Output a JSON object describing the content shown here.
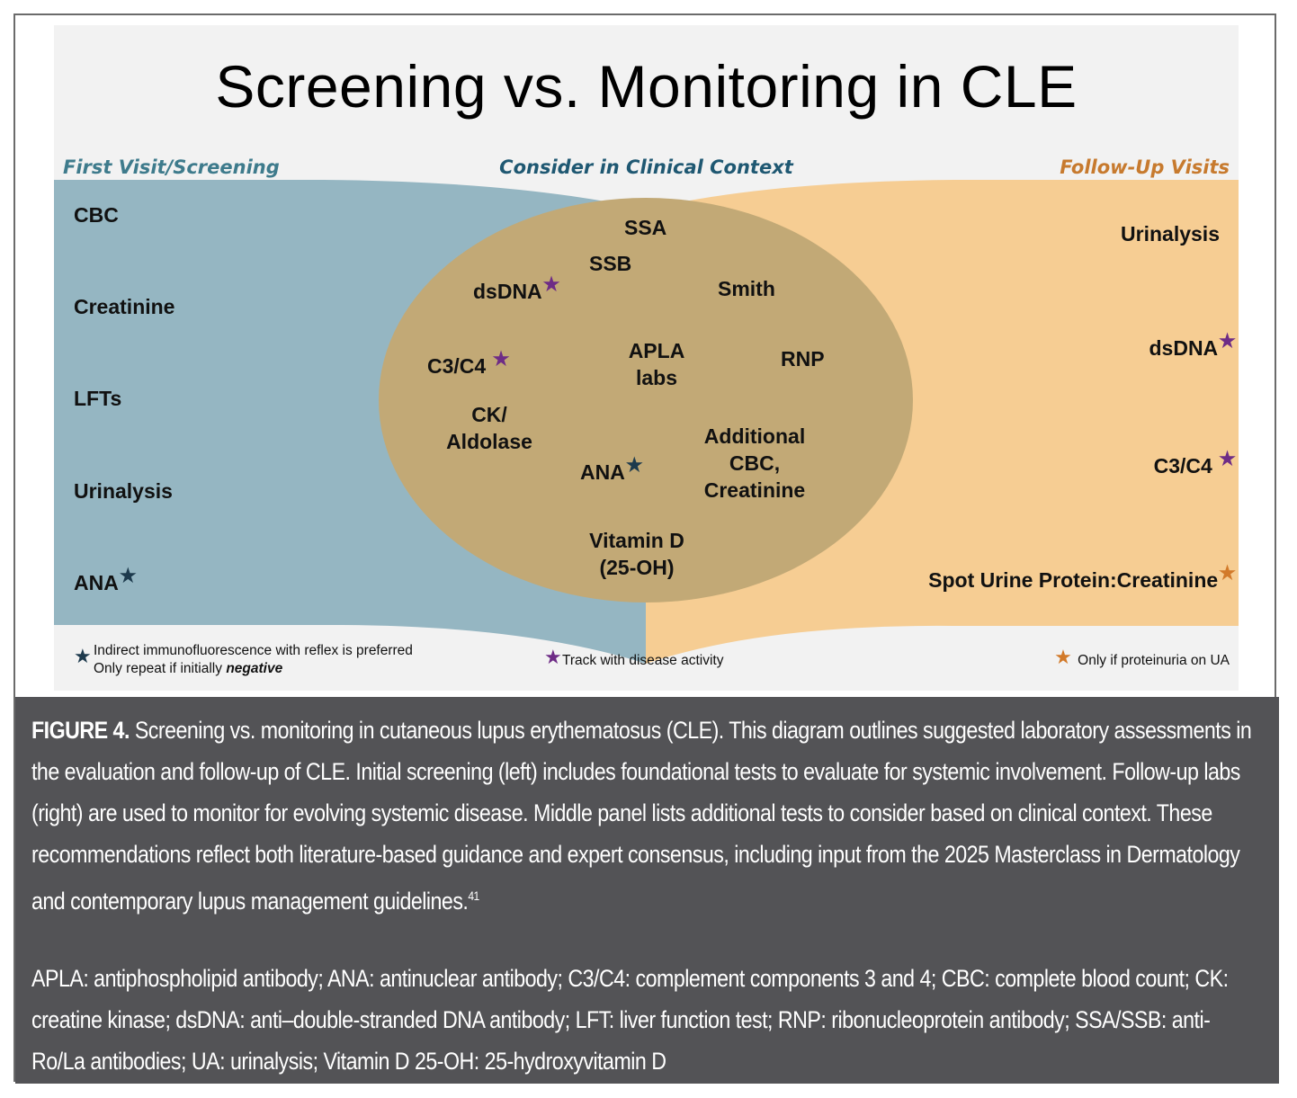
{
  "diagram": {
    "title": "Screening vs. Monitoring in CLE",
    "columns": {
      "left": "First Visit/Screening",
      "middle": "Consider in Clinical Context",
      "right": "Follow-Up Visits"
    },
    "colors": {
      "panel_bg": "#f2f2f2",
      "screening_region": "#95b6c2",
      "followup_region": "#f6cd93",
      "context_ellipse": "#c2a976",
      "left_heading": "#3e7b8c",
      "middle_heading": "#1f5872",
      "right_heading": "#c77a2e",
      "star_navy": "#1d3a4d",
      "star_purple": "#6e2c86",
      "star_orange": "#d27a2a"
    },
    "star_glyph": "★",
    "screening_items": [
      {
        "label": "CBC",
        "star": null
      },
      {
        "label": "Creatinine",
        "star": null
      },
      {
        "label": "LFTs",
        "star": null
      },
      {
        "label": "Urinalysis",
        "star": null
      },
      {
        "label": "ANA",
        "star": "navy"
      }
    ],
    "context_items": [
      {
        "label": "SSA",
        "star": null
      },
      {
        "label": "SSB",
        "star": null
      },
      {
        "label": "dsDNA",
        "star": "purple"
      },
      {
        "label": "Smith",
        "star": null
      },
      {
        "label": "C3/C4",
        "star": "purple"
      },
      {
        "label": "APLA labs",
        "line1": "APLA",
        "line2": "labs",
        "star": null
      },
      {
        "label": "RNP",
        "star": null
      },
      {
        "label": "CK/ Aldolase",
        "line1": "CK/",
        "line2": "Aldolase",
        "star": null
      },
      {
        "label": "ANA",
        "star": "navy"
      },
      {
        "label": "Additional CBC, Creatinine",
        "line1": "Additional",
        "line2": "CBC,",
        "line3": "Creatinine",
        "star": null
      },
      {
        "label": "Vitamin D (25-OH)",
        "line1": "Vitamin D",
        "line2": "(25-OH)",
        "star": null
      }
    ],
    "followup_items": [
      {
        "label": "Urinalysis",
        "star": null
      },
      {
        "label": "dsDNA",
        "star": "purple"
      },
      {
        "label": "C3/C4",
        "star": "purple"
      },
      {
        "label": "Spot Urine Protein:Creatinine",
        "star": "orange"
      }
    ],
    "legend": [
      {
        "star": "navy",
        "line1": "Indirect immunofluorescence with reflex is preferred",
        "line2_prefix": "Only repeat if initially ",
        "line2_emphasis": "negative"
      },
      {
        "star": "purple",
        "text": "Track with disease activity"
      },
      {
        "star": "orange",
        "text": "Only if proteinuria on UA"
      }
    ]
  },
  "caption": {
    "figure_label": "FIGURE 4.",
    "text": " Screening vs. monitoring in cutaneous lupus erythematosus (CLE). This diagram outlines suggested laboratory assessments in the evaluation and follow-up of CLE. Initial screening (left) includes foundational tests to evaluate for systemic involvement. Follow-up labs (right) are used to monitor for evolving systemic disease. Middle panel lists additional tests to consider based on clinical context. These recommendations reflect both literature-based guidance and expert consensus, including input from the 2025 Masterclass in Dermatology and contemporary lupus management guidelines.",
    "reference": "41",
    "abbreviations": "APLA: antiphospholipid antibody; ANA: antinuclear antibody; C3/C4: complement components 3 and 4; CBC: complete blood count; CK: creatine kinase; dsDNA: anti–double-stranded DNA antibody; LFT: liver function test; RNP: ribonucleoprotein antibody; SSA/SSB: anti-Ro/La antibodies; UA: urinalysis; Vitamin D 25-OH: 25-hydroxyvitamin D"
  }
}
